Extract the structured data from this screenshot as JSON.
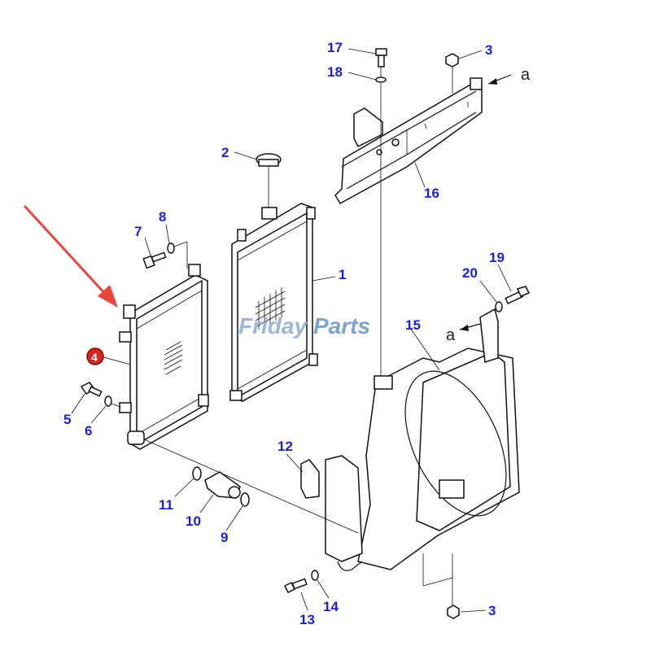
{
  "diagram": {
    "watermark": {
      "part1": "Friday",
      "part2": "Parts"
    },
    "ref_letters": [
      "a",
      "a"
    ],
    "labels": [
      {
        "id": "17",
        "text": "17"
      },
      {
        "id": "18",
        "text": "18"
      },
      {
        "id": "3a",
        "text": "3"
      },
      {
        "id": "16",
        "text": "16"
      },
      {
        "id": "2",
        "text": "2"
      },
      {
        "id": "1",
        "text": "1"
      },
      {
        "id": "7",
        "text": "7"
      },
      {
        "id": "8",
        "text": "8"
      },
      {
        "id": "4",
        "text": "4"
      },
      {
        "id": "5",
        "text": "5"
      },
      {
        "id": "6",
        "text": "6"
      },
      {
        "id": "19",
        "text": "19"
      },
      {
        "id": "20",
        "text": "20"
      },
      {
        "id": "15",
        "text": "15"
      },
      {
        "id": "12",
        "text": "12"
      },
      {
        "id": "11",
        "text": "11"
      },
      {
        "id": "10",
        "text": "10"
      },
      {
        "id": "9",
        "text": "9"
      },
      {
        "id": "13",
        "text": "13"
      },
      {
        "id": "14",
        "text": "14"
      },
      {
        "id": "3b",
        "text": "3"
      }
    ],
    "colors": {
      "label": "#1a1fd6",
      "arrow": "#e8453c",
      "highlight": "#d9241c",
      "watermark": "#9db7d8"
    }
  }
}
